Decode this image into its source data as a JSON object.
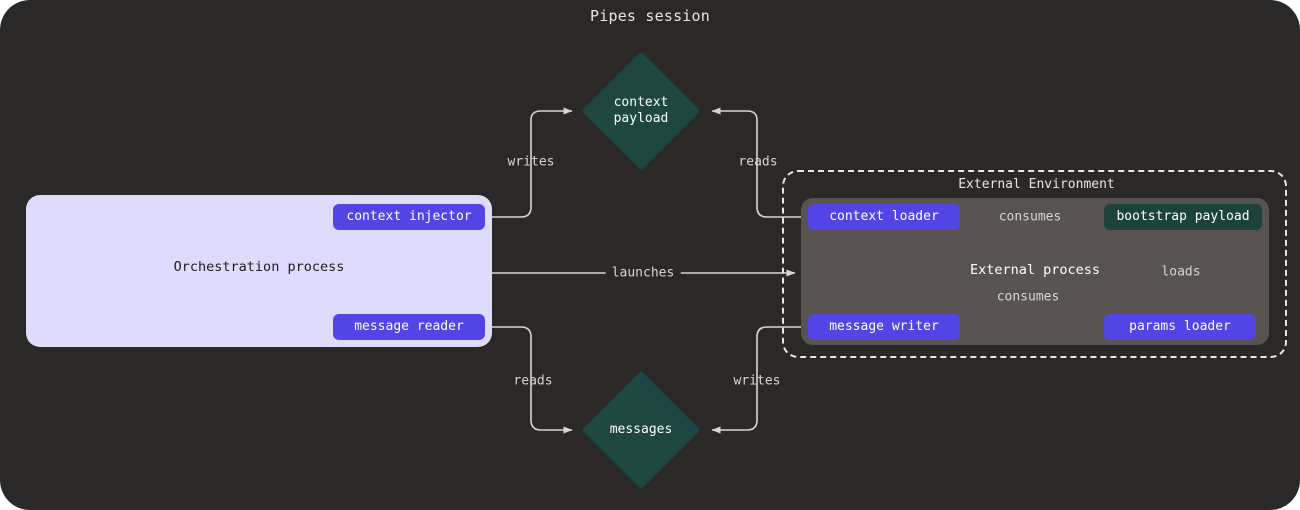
{
  "title": "Pipes session",
  "colors": {
    "canvas_bg": "#2b2927",
    "orchestration_panel": "#dedbfd",
    "external_process_panel": "#585351",
    "node_purple": "#5145e5",
    "node_green": "#1d423a",
    "diamond_green": "#1d4740",
    "edge": "#d8d5d1",
    "text_light": "#e8e6e3",
    "text_dark": "#1d1d1d"
  },
  "orchestration": {
    "label": "Orchestration process",
    "nodes": {
      "context_injector": "context injector",
      "message_reader": "message reader"
    }
  },
  "external_environment": {
    "label": "External Environment",
    "process_label": "External process",
    "nodes": {
      "context_loader": "context loader",
      "bootstrap_payload": "bootstrap payload",
      "message_writer": "message writer",
      "params_loader": "params loader"
    }
  },
  "stores": {
    "context_payload": {
      "line1": "context",
      "line2": "payload"
    },
    "messages": {
      "line1": "messages",
      "line2": ""
    }
  },
  "edges": [
    {
      "id": "writes-context",
      "label": "writes",
      "from": "context injector",
      "to": "context payload"
    },
    {
      "id": "reads-context",
      "label": "reads",
      "from": "context payload",
      "to": "context loader"
    },
    {
      "id": "launches",
      "label": "launches",
      "from": "Orchestration process",
      "to": "External process"
    },
    {
      "id": "reads-messages",
      "label": "reads",
      "from": "message reader",
      "to": "messages"
    },
    {
      "id": "writes-messages",
      "label": "writes",
      "from": "message writer",
      "to": "messages"
    },
    {
      "id": "consumes-context",
      "label": "consumes",
      "from": "context loader",
      "to": "bootstrap payload"
    },
    {
      "id": "consumes-message",
      "label": "consumes",
      "from": "message writer",
      "to": "bootstrap payload"
    },
    {
      "id": "loads",
      "label": "loads",
      "from": "params loader",
      "to": "bootstrap payload"
    }
  ]
}
